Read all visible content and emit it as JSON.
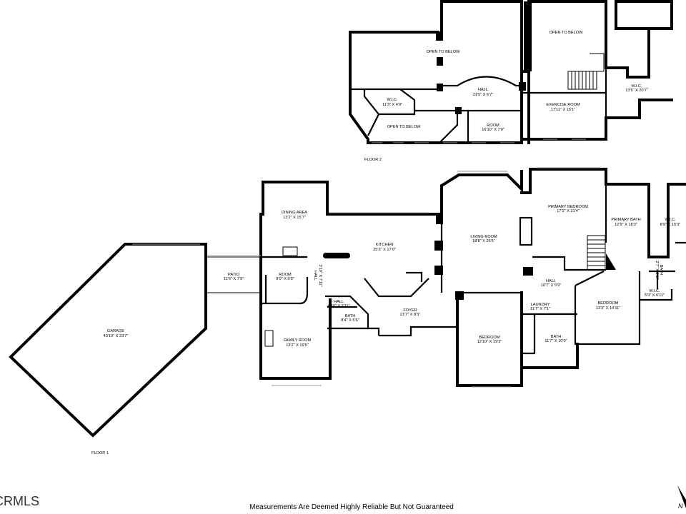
{
  "floor2": {
    "label": "FLOOR 2",
    "rooms": [
      {
        "name": "OPEN TO BELOW",
        "size": ""
      },
      {
        "name": "OPEN TO BELOW",
        "size": ""
      },
      {
        "name": "HALL",
        "size": "21'5\" X 6'7\""
      },
      {
        "name": "W.I.C.",
        "size": "11'3\" X 4'9\""
      },
      {
        "name": "OPEN TO BELOW",
        "size": ""
      },
      {
        "name": "ROOM",
        "size": "16'10\" X 7'0\""
      },
      {
        "name": "EXERCISE ROOM",
        "size": "17'11\" X 15'1\""
      },
      {
        "name": "W.I.C.",
        "size": "13'5\" X 20'7\""
      }
    ]
  },
  "floor1": {
    "label": "FLOOR 1",
    "rooms": [
      {
        "name": "DINING AREA",
        "size": "13'2\" X 15'7\""
      },
      {
        "name": "KITCHEN",
        "size": "25'3\" X 17'0\""
      },
      {
        "name": "LIVING ROOM",
        "size": "18'8\" X 25'6\""
      },
      {
        "name": "PRIMARY BEDROOM",
        "size": "17'2\" X 21'4\""
      },
      {
        "name": "PRIMARY BATH",
        "size": "12'9\" X 18'3\""
      },
      {
        "name": "W.I.C.",
        "size": "8'9\" X 15'3\""
      },
      {
        "name": "PATIO",
        "size": "11'6\" X 7'9\""
      },
      {
        "name": "ROOM",
        "size": "9'0\" X 9'9\""
      },
      {
        "name": "HALL",
        "size": "3'10\" X 7'11\""
      },
      {
        "name": "HALL",
        "size": "4'10\" X 2'11\""
      },
      {
        "name": "BATH",
        "size": "8'4\" X 5'6\""
      },
      {
        "name": "FOYER",
        "size": "21'7\" X 8'3\""
      },
      {
        "name": "FAMILY ROOM",
        "size": "13'2\" X 19'5\""
      },
      {
        "name": "GARAGE",
        "size": "43'10\" X 23'7\""
      },
      {
        "name": "BEDROOM",
        "size": "12'10\" X 19'3\""
      },
      {
        "name": "HALL",
        "size": "10'7\" X 5'9\""
      },
      {
        "name": "LAUNDRY",
        "size": "11'7\" X 7'1\""
      },
      {
        "name": "BATH",
        "size": "11'7\" X 10'0\""
      },
      {
        "name": "BEDROOM",
        "size": "13'3\" X 14'11\""
      },
      {
        "name": "W.I.C.",
        "size": "5'9\" X 6'11\""
      },
      {
        "name": "BATH",
        "size": "2'7\" X 5'1\""
      }
    ]
  },
  "footer_note": "Measurements Are Deemed Highly Reliable But Not Guaranteed",
  "watermark": "CRMLS",
  "compass_label": "N"
}
